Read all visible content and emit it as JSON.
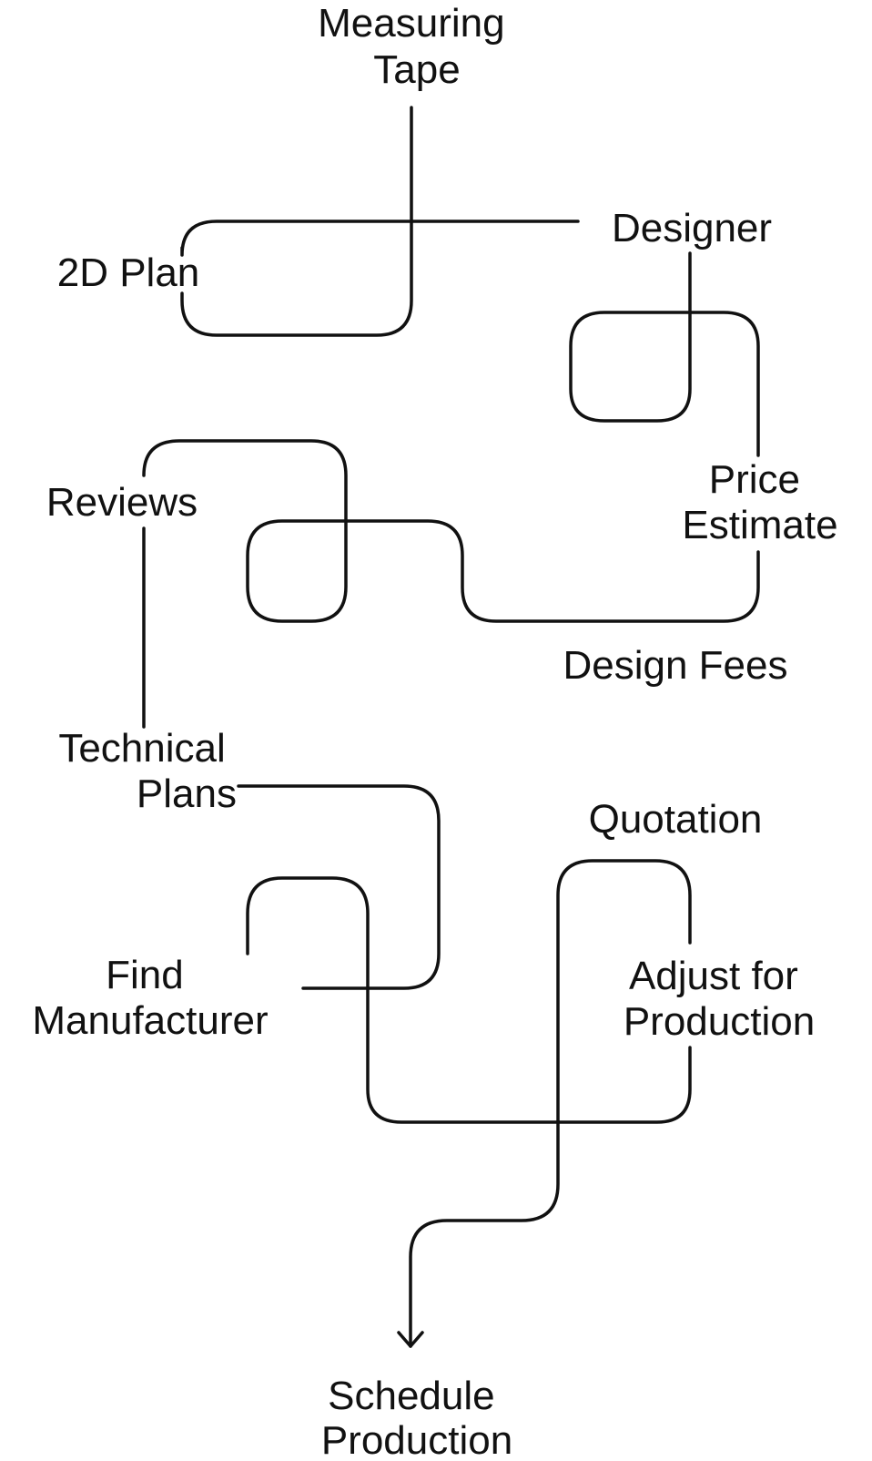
{
  "diagram": {
    "steps": {
      "measuring_tape": [
        "Measuring",
        "Tape"
      ],
      "designer": [
        "Designer"
      ],
      "plan_2d": [
        "2D Plan"
      ],
      "price_estimate": [
        "Price",
        "Estimate"
      ],
      "reviews": [
        "Reviews"
      ],
      "design_fees": [
        "Design Fees"
      ],
      "technical_plans": [
        "Technical",
        "Plans"
      ],
      "quotation": [
        "Quotation"
      ],
      "find_manufacturer": [
        "Find",
        "Manufacturer"
      ],
      "adjust_for_production": [
        "Adjust for",
        "Production"
      ],
      "schedule_production": [
        "Schedule",
        "Production"
      ]
    }
  }
}
